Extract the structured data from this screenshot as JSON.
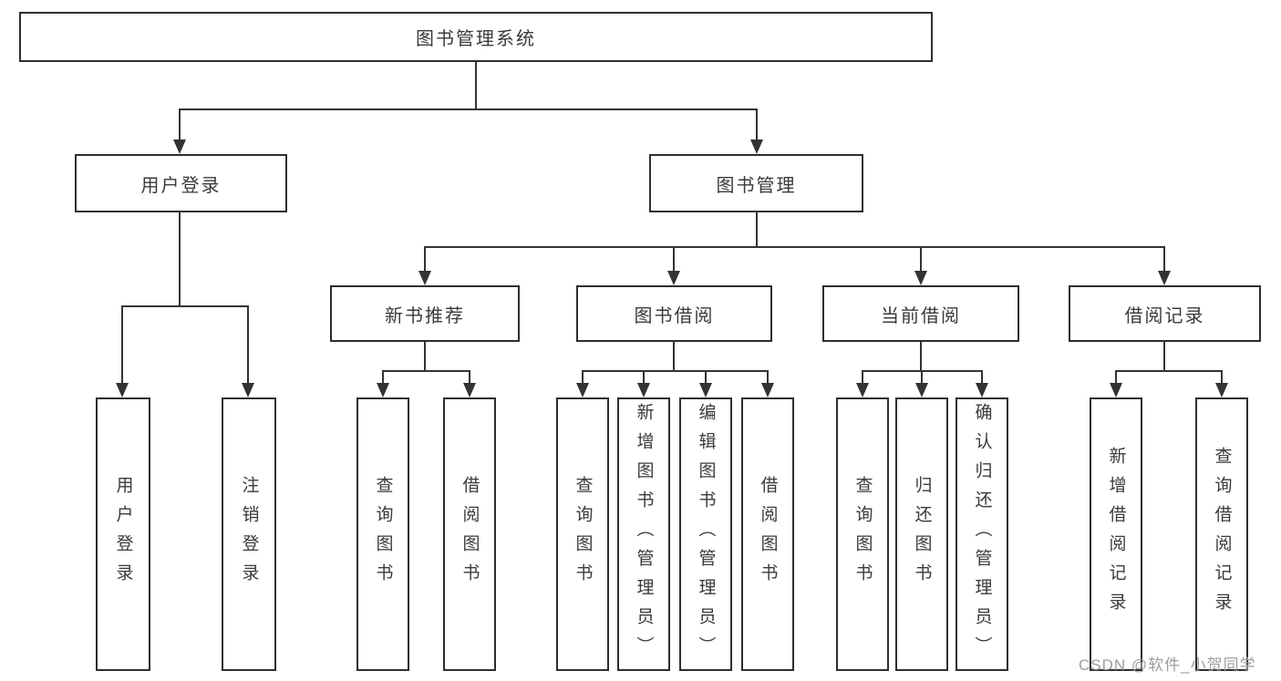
{
  "diagram": {
    "root": {
      "label": "图书管理系统"
    },
    "user_login": {
      "label": "用户登录",
      "children": [
        {
          "label": "用户登录"
        },
        {
          "label": "注销登录"
        }
      ]
    },
    "book_management": {
      "label": "图书管理",
      "sections": [
        {
          "label": "新书推荐",
          "children": [
            {
              "label": "查询图书"
            },
            {
              "label": "借阅图书"
            }
          ]
        },
        {
          "label": "图书借阅",
          "children": [
            {
              "label": "查询图书"
            },
            {
              "label": "新增图书（管理员）"
            },
            {
              "label": "编辑图书（管理员）"
            },
            {
              "label": "借阅图书"
            }
          ]
        },
        {
          "label": "当前借阅",
          "children": [
            {
              "label": "查询图书"
            },
            {
              "label": "归还图书"
            },
            {
              "label": "确认归还（管理员）"
            }
          ]
        },
        {
          "label": "借阅记录",
          "children": [
            {
              "label": "新增借阅记录"
            },
            {
              "label": "查询借阅记录"
            }
          ]
        }
      ]
    }
  },
  "watermark": {
    "text": "CSDN @软件_小贺同学"
  }
}
